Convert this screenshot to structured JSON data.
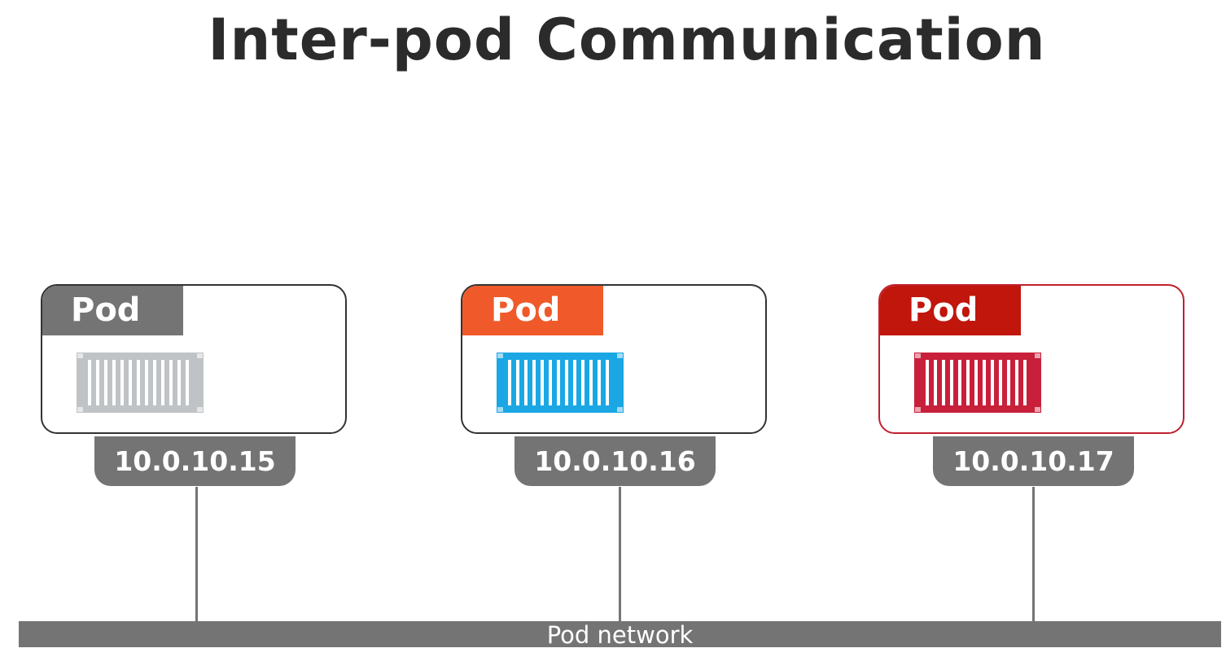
{
  "title": "Inter-pod Communication",
  "pods": [
    {
      "label": "Pod",
      "ip": "10.0.10.15",
      "tab_color": "#747474",
      "border_color": "#333333",
      "container_color": "#bfc3c6"
    },
    {
      "label": "Pod",
      "ip": "10.0.10.16",
      "tab_color": "#f05a2a",
      "border_color": "#333333",
      "container_color": "#1aa7e4"
    },
    {
      "label": "Pod",
      "ip": "10.0.10.17",
      "tab_color": "#c0160c",
      "border_color": "#c01f2e",
      "container_color": "#c8203a"
    }
  ],
  "network": {
    "label": "Pod network",
    "color": "#747474"
  },
  "icons": {
    "container": "shipping-container-icon"
  }
}
